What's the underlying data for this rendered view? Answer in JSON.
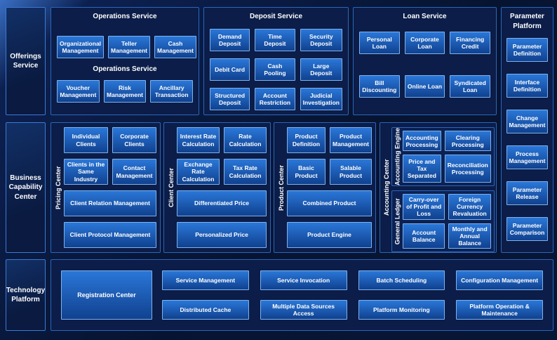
{
  "colors": {
    "background": "#071431",
    "panel": "#0b1d48",
    "panel_border": "#2b66bd",
    "box_fill_top": "#2a77d8",
    "box_fill_bottom": "#10418f",
    "box_border": "#7fb2ec",
    "text": "#ffffff"
  },
  "sidebar": {
    "offerings_label": "Offerings Service",
    "business_label": "Business Capability Center",
    "technology_label": "Technology Platform"
  },
  "operations": {
    "title": "Operations Service",
    "subtitle": "Operations Service",
    "row1": [
      "Organizational Management",
      "Teller Management",
      "Cash Management"
    ],
    "row2": [
      "Voucher Management",
      "Risk Management",
      "Ancillary Transaction"
    ]
  },
  "deposit": {
    "title": "Deposit Service",
    "items": [
      "Demand Deposit",
      "Time Deposit",
      "Security Deposit",
      "Debit Card",
      "Cash Pooling",
      "Large Deposit",
      "Structured Deposit",
      "Account Restriction",
      "Judicial Investigation"
    ]
  },
  "loan": {
    "title": "Loan Service",
    "items": [
      "Personal Loan",
      "Corporate Loan",
      "Financing Credit",
      "Bill Discounting",
      "Online Loan",
      "Syndicated Loan"
    ]
  },
  "parameter": {
    "title": "Parameter Platform",
    "items": [
      "Parameter Definition",
      "Interface Definition",
      "Change Management",
      "Process Management",
      "Parameter Release",
      "Parameter Comparison"
    ]
  },
  "pricing_center": {
    "label": "Pricing Center",
    "small": [
      "Individual Clients",
      "Corporate Clients",
      "Clients in the Same Industry",
      "Contact Management"
    ],
    "wide": [
      "Client Relation Management",
      "Client Protocol Management"
    ]
  },
  "client_center": {
    "label": "Client Center",
    "small": [
      "Interest Rate Calculation",
      "Rate Calculation",
      "Exchange Rate Calculation",
      "Tax Rate Calculation"
    ],
    "wide": [
      "Differentiated Price",
      "Personalized Price"
    ]
  },
  "product_center": {
    "label": "Product Center",
    "small": [
      "Product Definition",
      "Product Management",
      "Basic Product",
      "Salable Product"
    ],
    "wide": [
      "Combined Product",
      "Product Engine"
    ]
  },
  "accounting_center": {
    "label": "Accounting Center",
    "groups": [
      {
        "label": "Accounting Engine",
        "items": [
          "Accounting Processing",
          "Clearing Processing",
          "Price and Tax Separated",
          "Reconciliation Processing"
        ]
      },
      {
        "label": "General Ledger",
        "items": [
          "Carry-over of Profit and Loss",
          "Foreign Currency Revaluation",
          "Account Balance",
          "Monthly and Annual Balance"
        ]
      }
    ]
  },
  "technology": {
    "registration_label": "Registration Center",
    "services": [
      "Service Management",
      "Service Invocation",
      "Batch Scheduling",
      "Configuration Management",
      "Distributed Cache",
      "Multiple Data Sources Access",
      "Platform Monitoring",
      "Platform Operation & Maintenance"
    ]
  }
}
